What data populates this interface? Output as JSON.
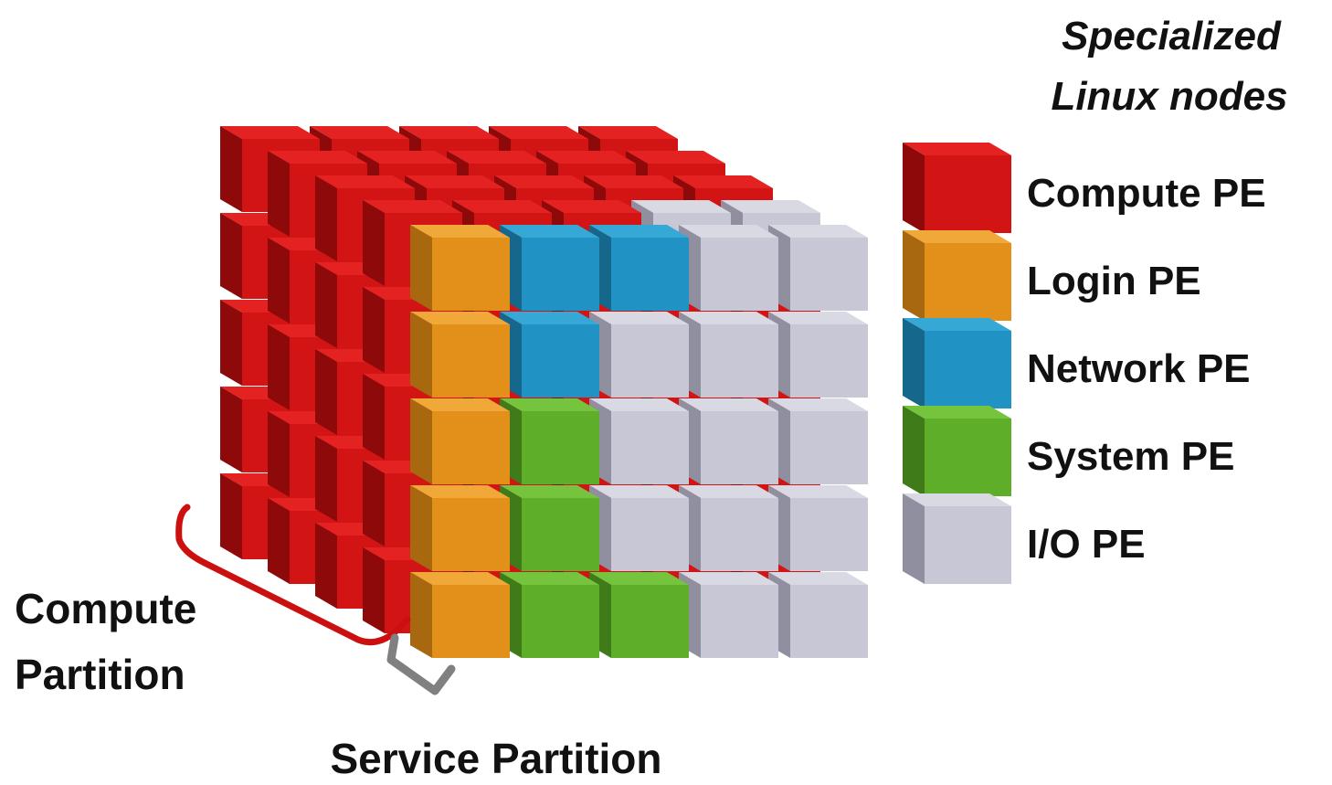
{
  "legend": {
    "title_line1": "Specialized",
    "title_line2": "Linux nodes",
    "items": [
      {
        "label": "Compute PE",
        "type": "compute"
      },
      {
        "label": "Login PE",
        "type": "login"
      },
      {
        "label": "Network PE",
        "type": "network"
      },
      {
        "label": "System PE",
        "type": "system"
      },
      {
        "label": "I/O PE",
        "type": "io"
      }
    ]
  },
  "partitions": {
    "compute_line1": "Compute",
    "compute_line2": "Partition",
    "service": "Service Partition"
  },
  "colors": {
    "compute": {
      "front": "#d21414",
      "top": "#e52222",
      "side": "#8e0a0a"
    },
    "login": {
      "front": "#e3901b",
      "top": "#f0a838",
      "side": "#a86810"
    },
    "network": {
      "front": "#2093c4",
      "top": "#36a8d6",
      "side": "#15678b"
    },
    "system": {
      "front": "#5fae2a",
      "top": "#76c43d",
      "side": "#3f7c19"
    },
    "io": {
      "front": "#c7c7d6",
      "top": "#d9d9e4",
      "side": "#8f8fa0"
    },
    "bracket_compute": "#cc1010",
    "bracket_service": "#808080"
  },
  "front_face_grid": [
    [
      "login",
      "network",
      "network",
      "io",
      "io"
    ],
    [
      "login",
      "network",
      "io",
      "io",
      "io"
    ],
    [
      "login",
      "system",
      "io",
      "io",
      "io"
    ],
    [
      "login",
      "system",
      "io",
      "io",
      "io"
    ],
    [
      "login",
      "system",
      "system",
      "io",
      "io"
    ]
  ],
  "cube_size": {
    "columns": 5,
    "rows": 5,
    "depth": 5
  }
}
